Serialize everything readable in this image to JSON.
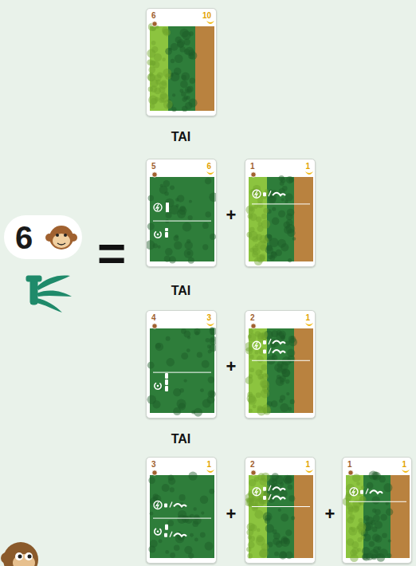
{
  "diagram": {
    "nodes": [
      {
        "text": [
          "6"
        ]
      },
      {
        "text": [
          "6",
          "10"
        ]
      },
      {
        "text": [
          "5",
          "6"
        ]
      },
      {
        "text": [
          "1",
          "1"
        ]
      },
      {
        "text": [
          "4",
          "3"
        ]
      },
      {
        "text": [
          "2",
          "1"
        ]
      },
      {
        "text": [
          "3",
          "1"
        ]
      },
      {
        "text": [
          "2",
          "1"
        ]
      },
      {
        "text": [
          "1",
          "1"
        ]
      }
    ],
    "labels": [
      "=",
      "TAI",
      "+",
      "TAI",
      "+",
      "TAI",
      "+",
      "+"
    ]
  }
}
